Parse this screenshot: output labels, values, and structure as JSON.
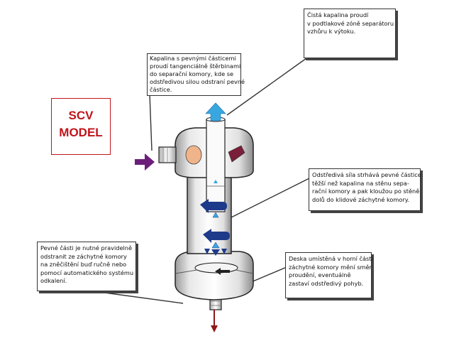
{
  "model_label": {
    "line1": "SCV",
    "line2": "MODEL",
    "color": "#c0141b"
  },
  "callouts": {
    "top_right": {
      "lines": [
        "Čistá kapalina proudí",
        "v podtlakové zóně separátoru",
        "vzhůru k výtoku."
      ]
    },
    "inlet": {
      "lines": [
        "Kapalina s pevnými částicemi",
        "proudí tangenciálně štěrbinami",
        "do separační komory, kde se",
        "odstředivou silou odstraní pevné",
        "částice."
      ]
    },
    "centrifugal": {
      "lines": [
        "Odstředivá síla strhává pevné částice",
        "těžší než kapalina na stěnu sepa-",
        "rační komory a pak kloužou po stěně",
        "dolů do klidové záchytné komory."
      ]
    },
    "drain": {
      "lines": [
        "Pevné části je nutné pravidelně",
        "odstranit ze záchytné komory",
        "na zněčištění buď ručně nebo",
        "pomocí automatického systému",
        "odkalení."
      ]
    },
    "plate": {
      "lines": [
        "Deska umístěná v horní části",
        "záchytné komory mění směr",
        "proudění, eventuálně",
        "zastaví odstředivý pohyb."
      ]
    }
  },
  "colors": {
    "flow_dark": "#1e3a8a",
    "flow_light": "#38a7e0",
    "inlet_arrow": "#6b1f7a",
    "outlet_arrow": "#8b1a1a",
    "slot": "#7a1f3a",
    "insert": "#f0b48a"
  }
}
